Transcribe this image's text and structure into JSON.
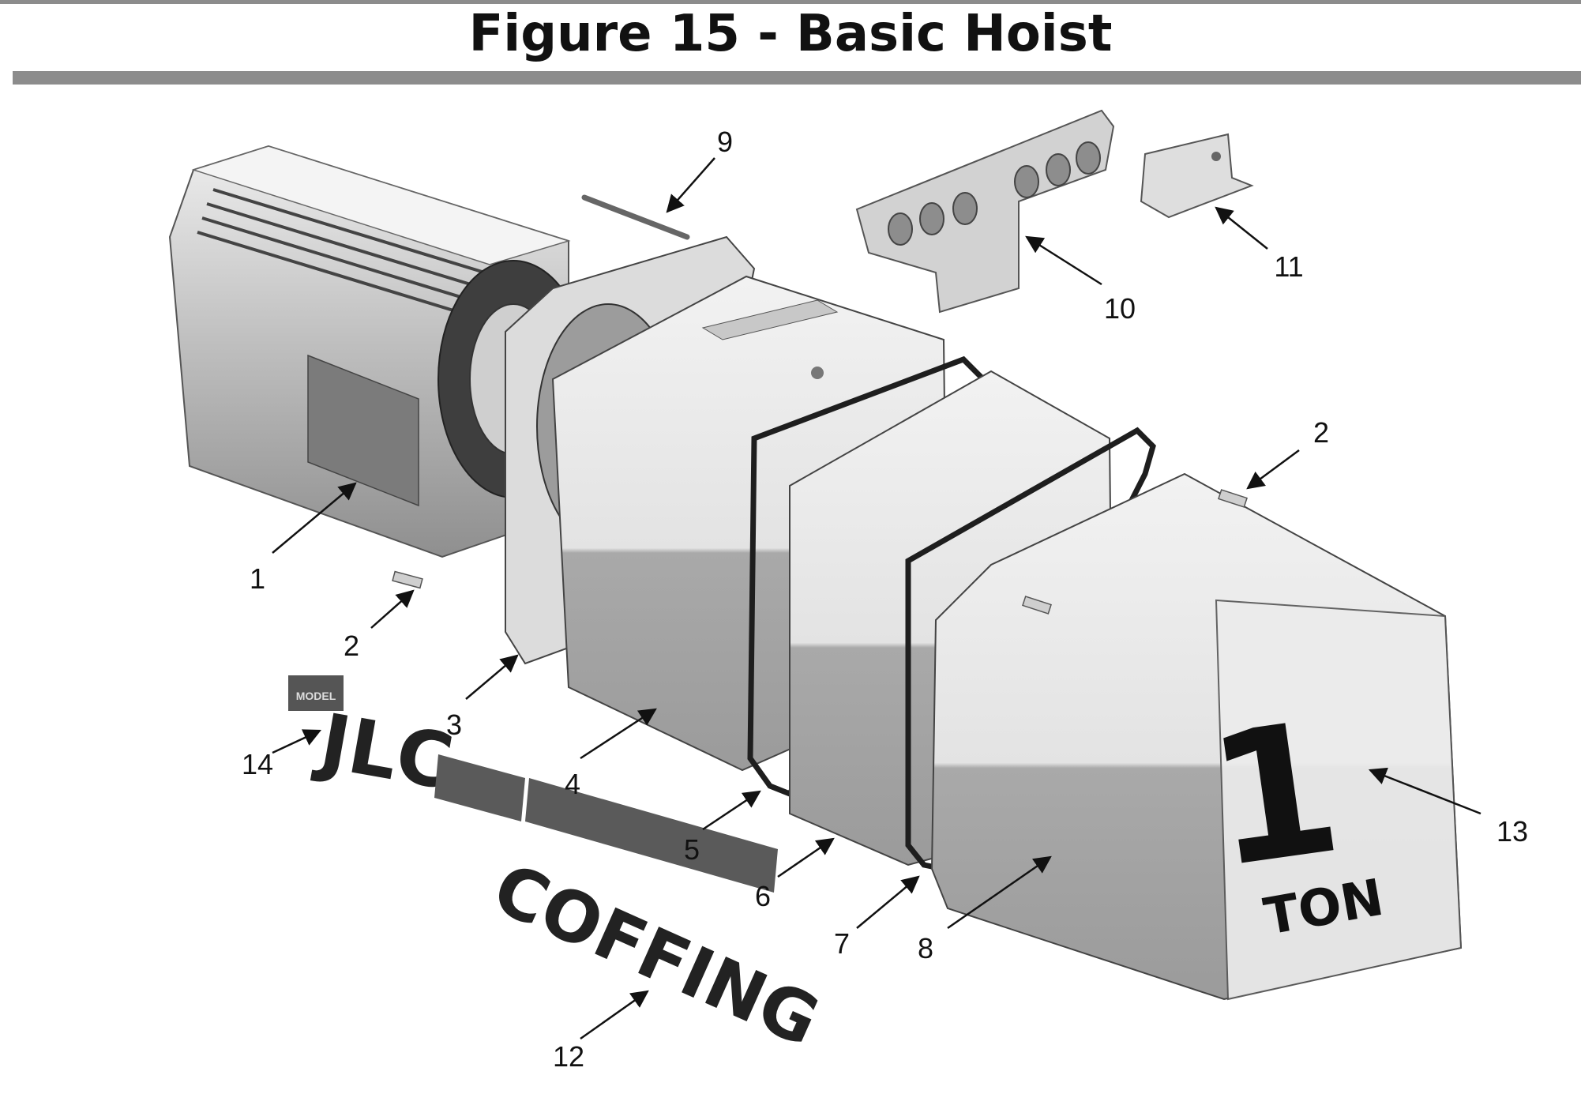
{
  "figure": {
    "title": "Figure 15 - Basic Hoist"
  },
  "callouts": [
    {
      "id": "1",
      "label": "1"
    },
    {
      "id": "2a",
      "label": "2"
    },
    {
      "id": "2b",
      "label": "2"
    },
    {
      "id": "3",
      "label": "3"
    },
    {
      "id": "4",
      "label": "4"
    },
    {
      "id": "5",
      "label": "5"
    },
    {
      "id": "6",
      "label": "6"
    },
    {
      "id": "7",
      "label": "7"
    },
    {
      "id": "8",
      "label": "8"
    },
    {
      "id": "9",
      "label": "9"
    },
    {
      "id": "10",
      "label": "10"
    },
    {
      "id": "11",
      "label": "11"
    },
    {
      "id": "12",
      "label": "12"
    },
    {
      "id": "13",
      "label": "13"
    },
    {
      "id": "14",
      "label": "14"
    }
  ],
  "decals": {
    "capacity_number": "1",
    "capacity_unit": "TON",
    "brand": "COFFING",
    "model_prefix": "MODEL",
    "model_name": "JLC"
  },
  "colors": {
    "rule": "#8c8c8c",
    "housing_light": "#e6e6e6",
    "housing_shadow": "#9a9a9a",
    "ink": "#111111"
  }
}
